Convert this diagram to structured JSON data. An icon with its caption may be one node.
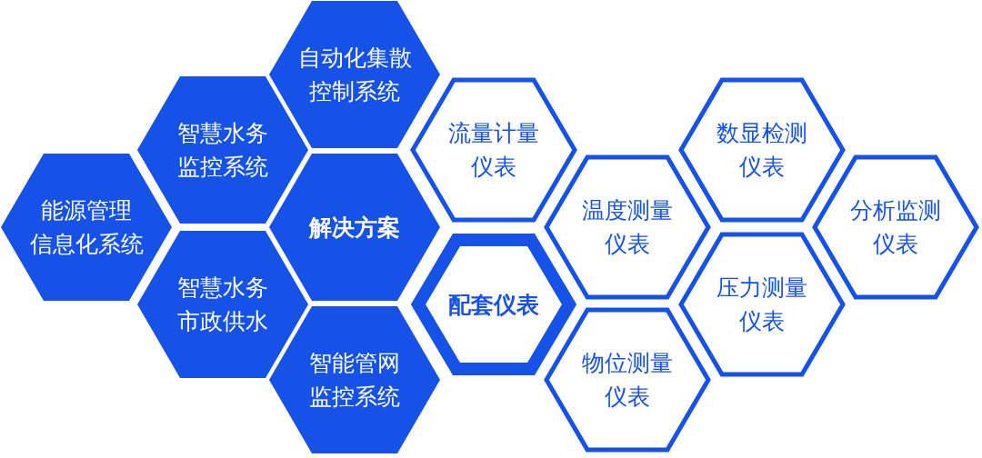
{
  "diagram": {
    "nodes": [
      {
        "text": [
          "自动化集散控制系统"
        ]
      },
      {
        "text": [
          "智慧水务监控系统"
        ]
      },
      {
        "text": [
          "能源管理信息化系统"
        ]
      },
      {
        "text": [
          "解决方案"
        ]
      },
      {
        "text": [
          "智慧水务市政供水"
        ]
      },
      {
        "text": [
          "智能管网监控系统"
        ]
      },
      {
        "text": [
          "流量计量仪表"
        ]
      },
      {
        "text": [
          "配套仪表"
        ]
      },
      {
        "text": [
          "温度测量仪表"
        ]
      },
      {
        "text": [
          "物位测量仪表"
        ]
      },
      {
        "text": [
          "数显检测仪表"
        ]
      },
      {
        "text": [
          "压力测量仪表"
        ]
      },
      {
        "text": [
          "分析监测仪表"
        ]
      }
    ],
    "edges": []
  }
}
